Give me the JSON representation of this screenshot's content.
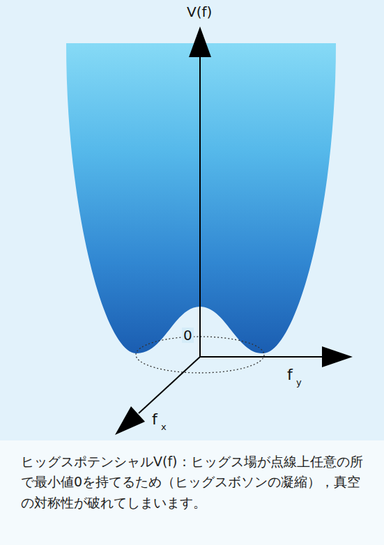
{
  "diagram": {
    "caption": "ヒッグスポテンシャルV(f)：ヒッグス場が点線上任意の所で最小値0を持てるため（ヒッグスボソンの凝縮），真空の対称性が破れてしまいます。",
    "labels": [
      "V(f)",
      "0",
      "f",
      "y",
      "f",
      "x"
    ]
  }
}
